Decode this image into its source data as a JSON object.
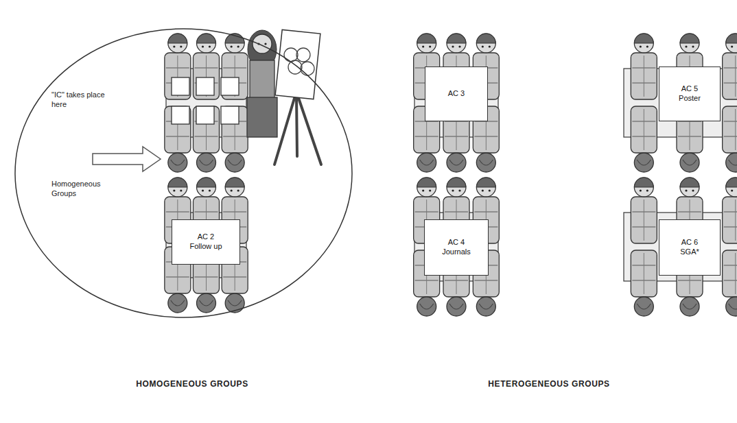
{
  "diagram": {
    "nodes": [
      {
        "text": [
          "\"IC\" takes place here",
          "Homogeneous Groups"
        ]
      },
      {
        "text": [
          "AC 2 Follow up"
        ],
        "in": 0
      },
      {
        "text": [
          "AC 3"
        ]
      },
      {
        "text": [
          "AC 5 Poster"
        ]
      },
      {
        "text": [
          "AC 4 Journals"
        ]
      },
      {
        "text": [
          "AC 6 SGA*"
        ]
      }
    ],
    "labels": [
      "HOMOGENEOUS GROUPS",
      "HETEROGENEOUS GROUPS"
    ]
  }
}
